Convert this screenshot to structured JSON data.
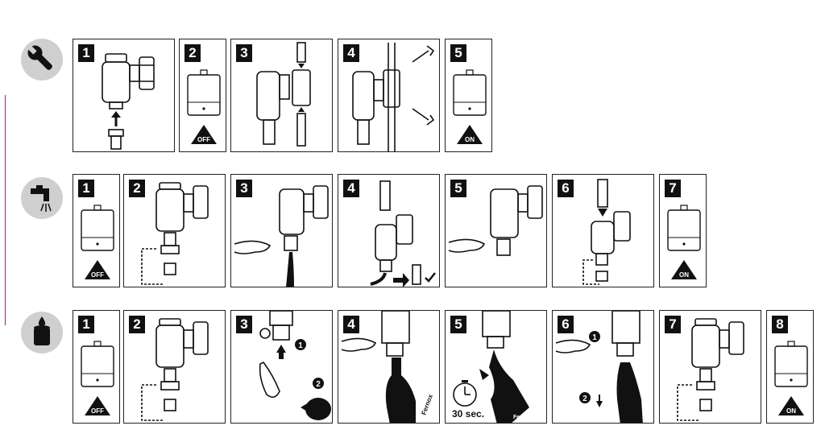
{
  "sections": [
    {
      "icon": "wrench-icon",
      "steps": [
        {
          "num": "1",
          "art": "filter-insert"
        },
        {
          "num": "2",
          "art": "boiler",
          "badge": "OFF"
        },
        {
          "num": "3",
          "art": "filter-connect"
        },
        {
          "num": "4",
          "art": "filter-tighten"
        },
        {
          "num": "5",
          "art": "boiler",
          "badge": "ON"
        }
      ]
    },
    {
      "icon": "tap-water-icon",
      "steps": [
        {
          "num": "1",
          "art": "boiler",
          "badge": "OFF"
        },
        {
          "num": "2",
          "art": "filter-valve"
        },
        {
          "num": "3",
          "art": "filter-drain"
        },
        {
          "num": "4",
          "art": "magnet-check"
        },
        {
          "num": "5",
          "art": "filter-hand"
        },
        {
          "num": "6",
          "art": "magnet-insert"
        },
        {
          "num": "7",
          "art": "boiler",
          "badge": "ON"
        }
      ]
    },
    {
      "icon": "chemical-dose-icon",
      "steps": [
        {
          "num": "1",
          "art": "boiler",
          "badge": "OFF"
        },
        {
          "num": "2",
          "art": "filter-valve"
        },
        {
          "num": "3",
          "art": "dose-attach",
          "circles": [
            "1",
            "2"
          ]
        },
        {
          "num": "4",
          "art": "dose-open"
        },
        {
          "num": "5",
          "art": "dose-wait",
          "timer": "30 sec.",
          "bottle": "Fernox"
        },
        {
          "num": "6",
          "art": "dose-remove",
          "circles": [
            "1",
            "2"
          ]
        },
        {
          "num": "7",
          "art": "filter-valve"
        },
        {
          "num": "8",
          "art": "boiler",
          "badge": "ON"
        }
      ]
    }
  ],
  "colors": {
    "ink": "#111111",
    "panel_border": "#222222",
    "icon_circle": "#cfcfcf",
    "margin_rule": "#d200a0"
  }
}
